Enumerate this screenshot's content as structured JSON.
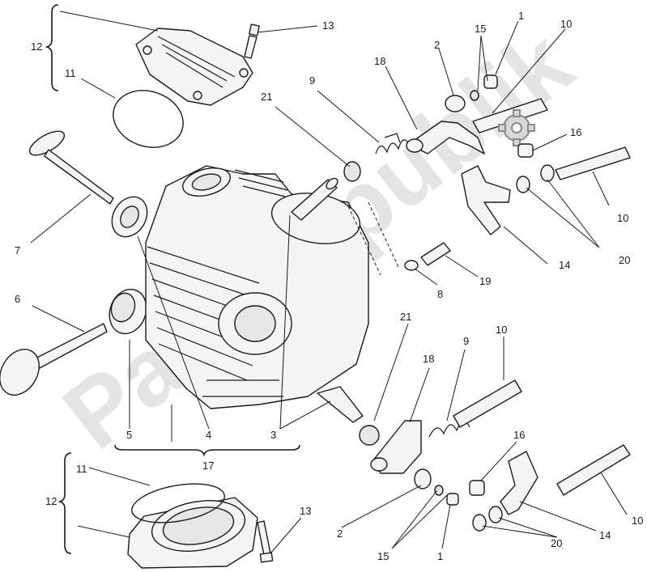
{
  "watermark": {
    "text": "Partsrepublik",
    "color": "#cfcfcf"
  },
  "callouts": {
    "c12_top": "12",
    "c11_top": "11",
    "c13_top": "13",
    "c15_top": "15",
    "c1_top": "1",
    "c10_top": "10",
    "c2_top": "2",
    "c18_top": "18",
    "c9_top": "9",
    "c21_top": "21",
    "c16_top": "16",
    "c10_mid": "10",
    "c20_top": "20",
    "c14_top": "14",
    "c19": "19",
    "c8": "8",
    "c7": "7",
    "c6": "6",
    "c5": "5",
    "c4": "4",
    "c3": "3",
    "c17": "17",
    "c21_bot": "21",
    "c9_bot": "9",
    "c10_bot": "10",
    "c18_bot": "18",
    "c16_bot": "16",
    "c12_bot": "12",
    "c11_bot": "11",
    "c13_bot": "13",
    "c2_bot": "2",
    "c15_bot": "15",
    "c1_bot": "1",
    "c14_bot": "14",
    "c20_bot": "20",
    "c10_bot2": "10"
  },
  "icons": {
    "settings": "gear-icon"
  }
}
